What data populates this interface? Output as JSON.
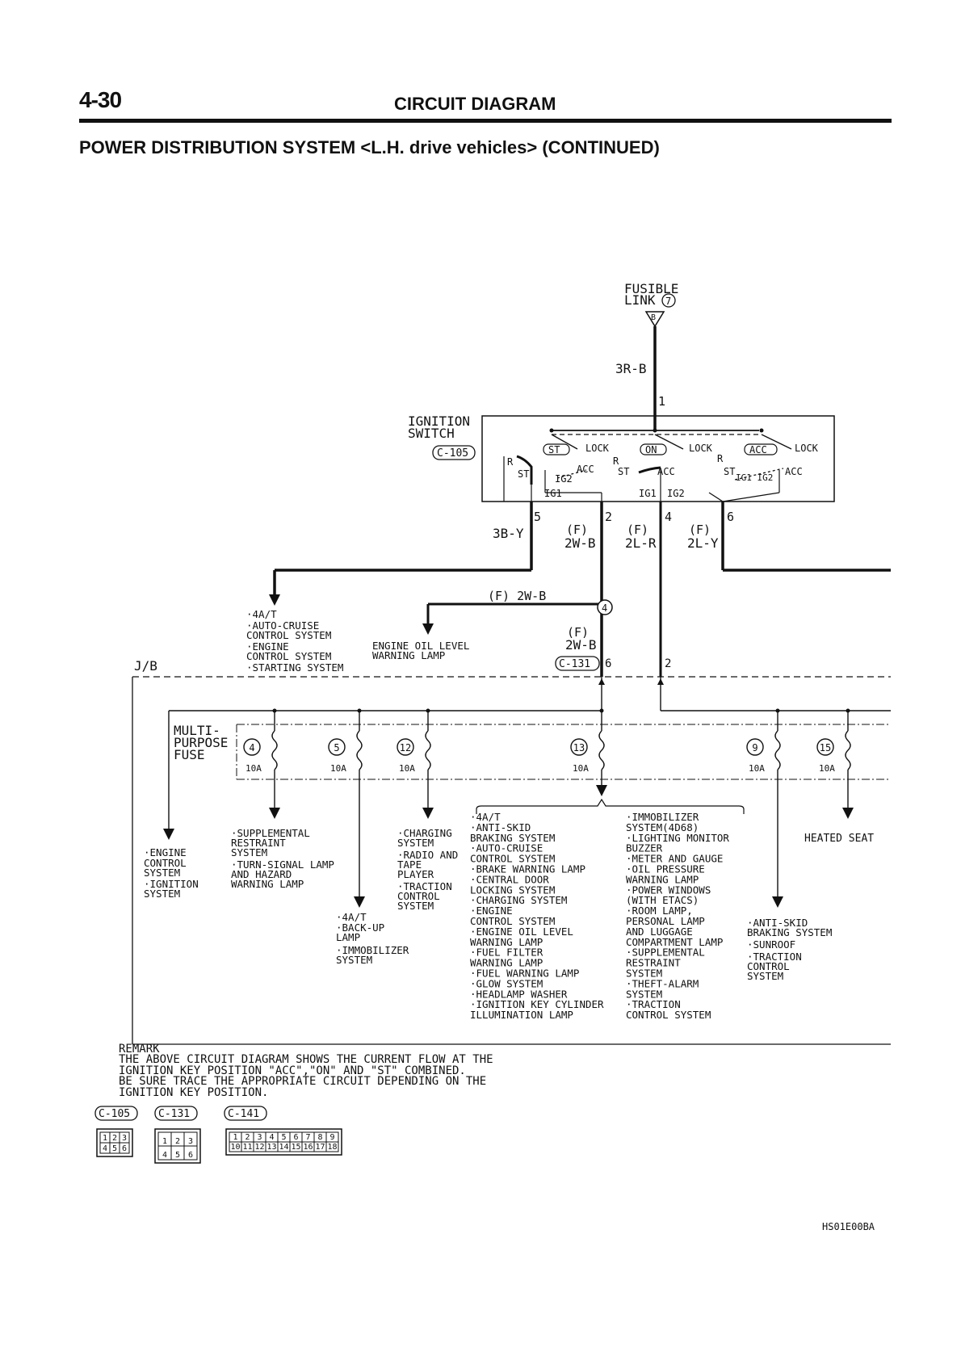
{
  "header": {
    "page_number": "4-30",
    "title": "CIRCUIT DIAGRAM"
  },
  "subtitle": "POWER DISTRIBUTION SYSTEM <L.H. drive vehicles> (CONTINUED)",
  "fusible_link": {
    "label_line1": "FUSIBLE",
    "label_line2": "LINK",
    "number": "7",
    "connector": "B"
  },
  "wires": {
    "top": "3R-B",
    "st": "3B-Y",
    "ig1": "(F)",
    "ig1_code": "2W-B",
    "ig2": "(F)",
    "ig2_code": "2L-R",
    "acc": "(F)",
    "acc_code": "2L-Y",
    "branch": "(F) 2W-B",
    "to_jb_prefix": "(F)",
    "to_jb": "2W-B"
  },
  "ignition_switch": {
    "label_line1": "IGNITION",
    "label_line2": "SWITCH",
    "connector": "C-105",
    "modes": [
      "ST",
      "ON",
      "ACC"
    ],
    "lock": "LOCK",
    "terminals": {
      "r": "R",
      "st": "ST",
      "acc": "ACC",
      "ig1": "IG1",
      "ig2": "IG2",
      "ig1ig2": "IG1 IG2"
    },
    "pins": {
      "p1": "1",
      "p5": "5",
      "p2": "2",
      "p4": "4",
      "p6": "6"
    }
  },
  "junction": {
    "node": "4",
    "connector": "C-131",
    "pin6": "6",
    "pin2": "2"
  },
  "jb_label": "J/B",
  "multi_fuse": {
    "line1": "MULTI-",
    "line2": "PURPOSE",
    "line3": "FUSE"
  },
  "fuses": [
    {
      "no": "4",
      "rating": "10A"
    },
    {
      "no": "5",
      "rating": "10A"
    },
    {
      "no": "12",
      "rating": "10A"
    },
    {
      "no": "13",
      "rating": "10A"
    },
    {
      "no": "9",
      "rating": "10A"
    },
    {
      "no": "15",
      "rating": "10A"
    }
  ],
  "loads": {
    "st_group": [
      "·4A/T",
      "·AUTO-CRUISE",
      " CONTROL SYSTEM",
      "·ENGINE",
      " CONTROL SYSTEM",
      "·STARTING SYSTEM"
    ],
    "oil_lamp": [
      "ENGINE OIL LEVEL",
      "WARNING LAMP"
    ],
    "engine_ctrl": [
      "·ENGINE",
      " CONTROL",
      " SYSTEM",
      "·IGNITION",
      " SYSTEM"
    ],
    "fuse4": [
      "·SUPPLEMENTAL",
      " RESTRAINT",
      " SYSTEM",
      "·TURN-SIGNAL LAMP",
      " AND HAZARD",
      " WARNING LAMP"
    ],
    "fuse5": [
      "·4A/T",
      "·BACK-UP",
      " LAMP",
      "·IMMOBILIZER",
      " SYSTEM"
    ],
    "fuse12": [
      "·CHARGING",
      " SYSTEM",
      "·RADIO AND",
      " TAPE",
      " PLAYER",
      "·TRACTION",
      " CONTROL",
      " SYSTEM"
    ],
    "fuse13_a": [
      "·4A/T",
      "·ANTI-SKID",
      " BRAKING SYSTEM",
      "·AUTO-CRUISE",
      " CONTROL SYSTEM",
      "·BRAKE WARNING LAMP",
      "·CENTRAL DOOR",
      " LOCKING SYSTEM",
      "·CHARGING SYSTEM",
      "·ENGINE",
      " CONTROL SYSTEM",
      "·ENGINE OIL LEVEL",
      " WARNING LAMP",
      "·FUEL FILTER",
      " WARNING LAMP",
      "·FUEL WARNING LAMP",
      "·GLOW SYSTEM",
      "·HEADLAMP WASHER",
      "·IGNITION KEY CYLINDER",
      " ILLUMINATION LAMP"
    ],
    "fuse13_b": [
      "·IMMOBILIZER",
      " SYSTEM(4D68)",
      "·LIGHTING MONITOR",
      " BUZZER",
      "·METER AND GAUGE",
      "·OIL PRESSURE",
      " WARNING LAMP",
      "·POWER WINDOWS",
      " (WITH ETACS)",
      "·ROOM LAMP,",
      " PERSONAL LAMP",
      " AND LUGGAGE",
      " COMPARTMENT LAMP",
      "·SUPPLEMENTAL",
      " RESTRAINT",
      " SYSTEM",
      "·THEFT-ALARM",
      " SYSTEM",
      "·TRACTION",
      " CONTROL SYSTEM"
    ],
    "fuse9": [
      "·ANTI-SKID",
      " BRAKING SYSTEM",
      "·SUNROOF",
      "·TRACTION",
      " CONTROL",
      " SYSTEM"
    ],
    "fuse15": [
      "HEATED SEAT"
    ]
  },
  "remark": [
    "REMARK",
    "THE ABOVE CIRCUIT DIAGRAM SHOWS THE CURRENT FLOW AT THE",
    "IGNITION KEY POSITION \"ACC\",\"ON\" AND \"ST\" COMBINED.",
    "BE SURE TRACE THE APPROPRIATE CIRCUIT DEPENDING  ON THE",
    "IGNITION KEY POSITION."
  ],
  "connectors": [
    {
      "name": "C-105",
      "pins": [
        "1",
        "2",
        "3",
        "4",
        "5",
        "6"
      ]
    },
    {
      "name": "C-131",
      "pins": [
        "1",
        "2",
        "3",
        "4",
        "5",
        "6"
      ]
    },
    {
      "name": "C-141",
      "pins": [
        "1",
        "2",
        "3",
        "4",
        "5",
        "6",
        "7",
        "8",
        "9",
        "10",
        "11",
        "12",
        "13",
        "14",
        "15",
        "16",
        "17",
        "18"
      ]
    }
  ],
  "reference_code": "HS01E00BA",
  "colors": {
    "ink": "#111111",
    "background": "#ffffff"
  }
}
